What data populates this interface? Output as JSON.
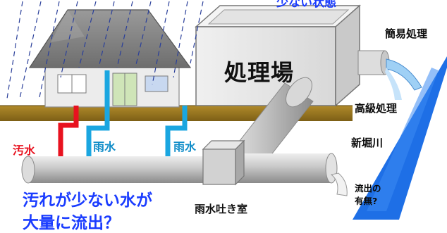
{
  "caption_top": "少ない状態",
  "plant": {
    "title": "処理場"
  },
  "treatment": {
    "simple": "簡易処理",
    "advanced": "高級処理"
  },
  "river": {
    "name": "新堀川"
  },
  "outflow": {
    "line1": "流出の",
    "line2": "有無?"
  },
  "pipes": {
    "sewage": "汚水",
    "rain_1": "雨水",
    "rain_2": "雨水"
  },
  "chamber": {
    "label": "雨水吐き室"
  },
  "headline": {
    "line1": "汚れが少ない水が",
    "line2": "大量に流出？"
  },
  "colors": {
    "sewage_pipe": "#e8121f",
    "rain_pipe": "#1aa6e0",
    "headline": "#1a3cff",
    "river": "#1e6fe6",
    "ground": "#8f6f1d",
    "main_pipe": "#c4c4c4"
  }
}
